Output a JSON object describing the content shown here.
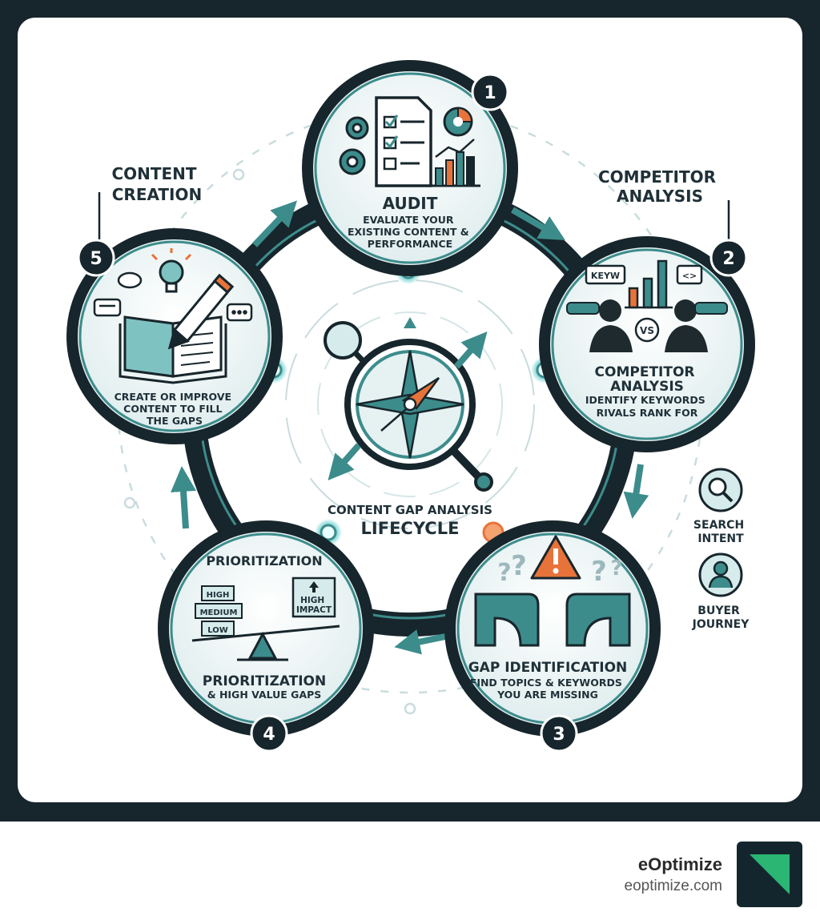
{
  "diagram": {
    "center_title_1": "CONTENT GAP ANALYSIS",
    "center_title_2": "LIFECYCLE",
    "steps": [
      {
        "number": "1",
        "title": "AUDIT",
        "desc": [
          "EVALUATE YOUR",
          "EXISTING CONTENT &",
          "PERFORMANCE"
        ]
      },
      {
        "number": "2",
        "outer_label": [
          "COMPETITOR",
          "ANALYSIS"
        ],
        "title": [
          "COMPETITOR",
          "ANALYSIS"
        ],
        "desc": [
          "IDENTIFY KEYWORDS",
          "RIVALS RANK FOR"
        ],
        "tag_left": "KEYW",
        "tag_right": "<>",
        "vs": "VS"
      },
      {
        "number": "3",
        "title": "GAP IDENTIFICATION",
        "desc": [
          "FIND TOPICS & KEYWORDS",
          "YOU ARE MISSING"
        ]
      },
      {
        "number": "4",
        "heading": "PRIORITIZATION",
        "title": "PRIORITIZATION",
        "desc": "& HIGH VALUE GAPS",
        "levels": [
          "HIGH",
          "MEDIUM",
          "LOW"
        ],
        "impact": [
          "HIGH",
          "IMPACT"
        ]
      },
      {
        "number": "5",
        "outer_label": [
          "CONTENT",
          "CREATION"
        ],
        "desc": [
          "CREATE OR IMPROVE",
          "CONTENT TO FILL",
          "THE GAPS"
        ]
      }
    ],
    "side_items": [
      {
        "label": [
          "SEARCH",
          "INTENT"
        ],
        "icon": "magnifier-icon"
      },
      {
        "label": [
          "BUYER",
          "JOURNEY"
        ],
        "icon": "person-icon"
      }
    ],
    "colors": {
      "dark": "#17262c",
      "teal": "#3d8c8c",
      "accent": "#e8733a",
      "light_teal": "#d6ecec"
    }
  },
  "brand": {
    "name": "eOptimize",
    "url": "eoptimize.com"
  }
}
